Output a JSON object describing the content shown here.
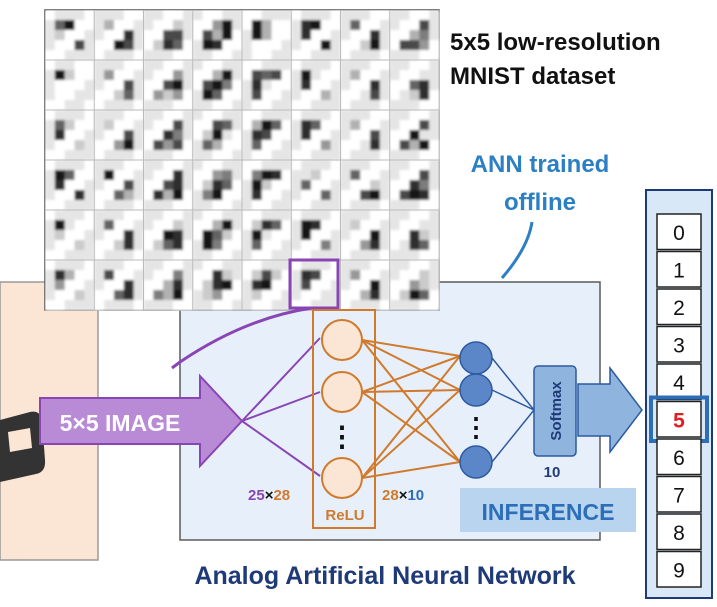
{
  "dataset": {
    "line1": "5x5 low-resolution",
    "line2": "MNIST dataset",
    "pixel_grid": [
      [
        0,
        3,
        8,
        2,
        0,
        0,
        8,
        6,
        2,
        0,
        0,
        7,
        7,
        8,
        0,
        0,
        7,
        3,
        9,
        0,
        0,
        9,
        9,
        3,
        0,
        0,
        5,
        4,
        8,
        0,
        0,
        8,
        2,
        5,
        0,
        0,
        3,
        5,
        9,
        0
      ],
      [
        0,
        7,
        6,
        9,
        0,
        0,
        9,
        7,
        3,
        0,
        0,
        2,
        8,
        6,
        0,
        0,
        4,
        9,
        8,
        0,
        0,
        9,
        3,
        0,
        0,
        0,
        9,
        8,
        9,
        0,
        0,
        2,
        9,
        6,
        0,
        0,
        7,
        7,
        4,
        0
      ],
      [
        0,
        6,
        9,
        0,
        0,
        0,
        7,
        5,
        8,
        0,
        0,
        7,
        9,
        4,
        0,
        0,
        7,
        9,
        5,
        0,
        0,
        6,
        8,
        1,
        0,
        0,
        9,
        5,
        8,
        0,
        0,
        8,
        6,
        7,
        0,
        0,
        6,
        8,
        4,
        0
      ],
      [
        0,
        1,
        9,
        2,
        0,
        0,
        2,
        6,
        4,
        0,
        0,
        4,
        2,
        4,
        0,
        0,
        3,
        9,
        6,
        0,
        0,
        7,
        6,
        7,
        0,
        0,
        3,
        9,
        1,
        0,
        0,
        1,
        7,
        3,
        0,
        0,
        1,
        2,
        8,
        0
      ],
      [
        0,
        8,
        9,
        8,
        0,
        0,
        7,
        5,
        8,
        0,
        0,
        8,
        5,
        8,
        0,
        0,
        2,
        9,
        1,
        0,
        0,
        1,
        8,
        7,
        0,
        0,
        8,
        6,
        8,
        0,
        0,
        7,
        9,
        5,
        0,
        0,
        9,
        1,
        8,
        0
      ],
      [
        0,
        2,
        6,
        2,
        0,
        0,
        4,
        9,
        2,
        0,
        0,
        7,
        4,
        7,
        0,
        0,
        7,
        6,
        3,
        0,
        0,
        3,
        9,
        6,
        0,
        0,
        4,
        8,
        6,
        0,
        0,
        1,
        8,
        3,
        0,
        0,
        7,
        3,
        9,
        0
      ],
      [
        0,
        3,
        7,
        8,
        0,
        0,
        7,
        4,
        9,
        0,
        0,
        7,
        8,
        4,
        0,
        0,
        2,
        8,
        6,
        0,
        0,
        2,
        9,
        2,
        0,
        0,
        9,
        8,
        6,
        0,
        0,
        2,
        9,
        3,
        0,
        0,
        8,
        5,
        8,
        0
      ],
      [
        0,
        8,
        9,
        6,
        0,
        0,
        6,
        3,
        9,
        0,
        0,
        8,
        3,
        9,
        0,
        0,
        4,
        5,
        9,
        0,
        0,
        5,
        9,
        8,
        0,
        0,
        6,
        1,
        2,
        0,
        0,
        7,
        9,
        6,
        0,
        0,
        7,
        9,
        8,
        0
      ],
      [
        0,
        7,
        5,
        2,
        0,
        0,
        8,
        4,
        8,
        0,
        0,
        9,
        8,
        7,
        0,
        0,
        9,
        6,
        2,
        0,
        0,
        7,
        9,
        1,
        0,
        0,
        8,
        6,
        9,
        0,
        0,
        9,
        7,
        8,
        0,
        0,
        8,
        2,
        9,
        0
      ],
      [
        0,
        2,
        9,
        1,
        0,
        0,
        2,
        8,
        6,
        0,
        0,
        2,
        6,
        8,
        0,
        0,
        3,
        9,
        5,
        0,
        0,
        2,
        8,
        6,
        0,
        0,
        5,
        9,
        8,
        0,
        0,
        4,
        8,
        2,
        0,
        0,
        1,
        8,
        6,
        0
      ],
      [
        0,
        3,
        7,
        4,
        0,
        0,
        8,
        9,
        3,
        0,
        0,
        3,
        8,
        7,
        0,
        0,
        2,
        8,
        9,
        0,
        0,
        9,
        8,
        9,
        0,
        0,
        6,
        2,
        7,
        0,
        0,
        9,
        6,
        9,
        0,
        0,
        4,
        2,
        7,
        0
      ],
      [
        0,
        2,
        8,
        3,
        0,
        0,
        6,
        8,
        7,
        0,
        0,
        5,
        3,
        9,
        0,
        0,
        8,
        2,
        4,
        0,
        0,
        2,
        7,
        2,
        0,
        0,
        1,
        8,
        7,
        0,
        0,
        3,
        8,
        4,
        0,
        0,
        2,
        9,
        6,
        0
      ]
    ]
  },
  "ann_note": {
    "line1": "ANN trained",
    "line2": "offline"
  },
  "input_arrow_label": "5×5 IMAGE",
  "layers": {
    "hidden_dots": "⋮",
    "output_dots": "⋮",
    "relu_label": "ReLU",
    "softmax_label": "Softmax",
    "softmax_count": "10",
    "w1_rows": "25",
    "w1_x": "×",
    "w1_cols": "28",
    "w2_rows": "28",
    "w2_x": "×",
    "w2_cols": "10"
  },
  "inference_label": "INFERENCE",
  "footer_title": "Analog Artificial Neural Network",
  "output_classes": [
    "0",
    "1",
    "2",
    "3",
    "4",
    "5",
    "6",
    "7",
    "8",
    "9"
  ],
  "predicted_class": "5",
  "colors": {
    "purple": "#8a45b5",
    "purple_fill": "#b98ad6",
    "orange": "#d07a2d",
    "blue_node": "#5b86c8",
    "blue_text": "#2c6fb8",
    "navy_title": "#1f3a78",
    "inference_bg": "#b8d4ee",
    "panel_bg": "#e7f0fa",
    "peach": "#fbe6d6",
    "arrow_blue": "#8fb4de",
    "pred_red": "#e02020"
  }
}
